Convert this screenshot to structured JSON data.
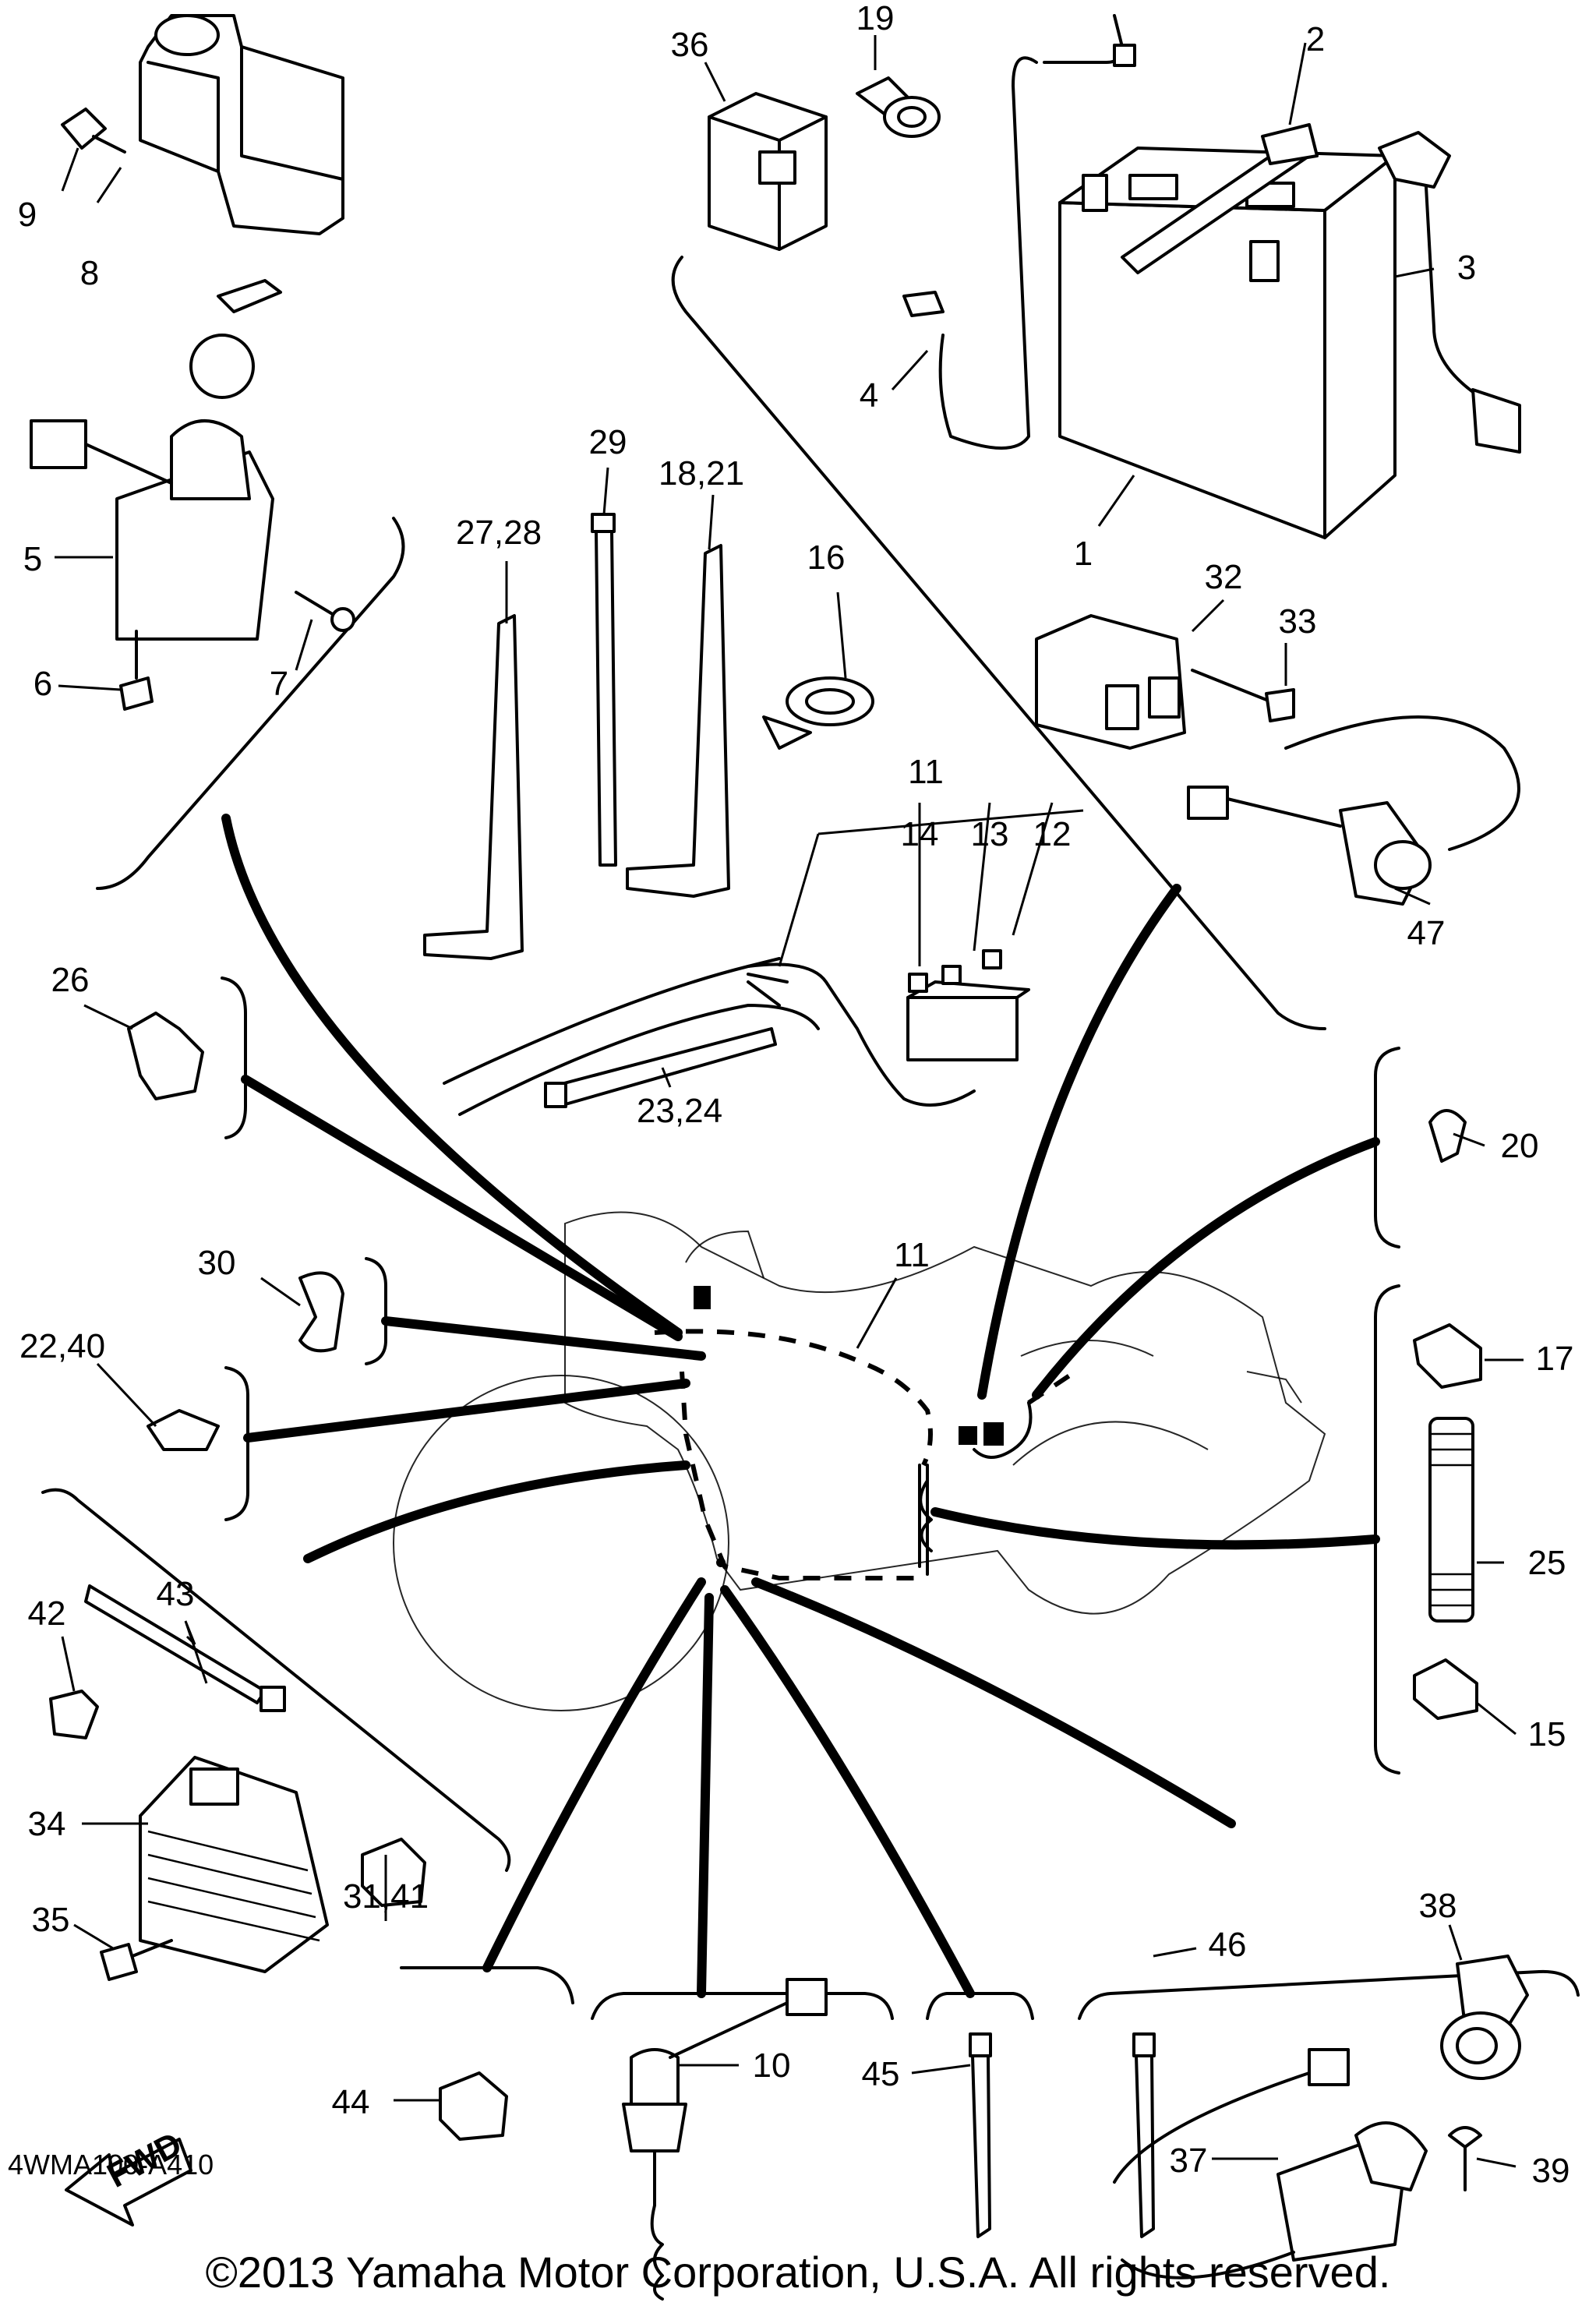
{
  "diagram": {
    "code": "4WMA100-A410",
    "copyright": "©2013 Yamaha Motor Corporation, U.S.A. All rights reserved.",
    "direction_arrow": "FWD",
    "callouts": [
      "1",
      "2",
      "3",
      "4",
      "5",
      "6",
      "7",
      "8",
      "9",
      "10",
      "11",
      "11",
      "12",
      "13",
      "14",
      "15",
      "16",
      "17",
      "18,21",
      "19",
      "20",
      "22,40",
      "23,24",
      "25",
      "26",
      "27,28",
      "29",
      "30",
      "31,41",
      "32",
      "33",
      "34",
      "35",
      "36",
      "37",
      "38",
      "39",
      "42",
      "43",
      "44",
      "45",
      "46",
      "47"
    ]
  }
}
